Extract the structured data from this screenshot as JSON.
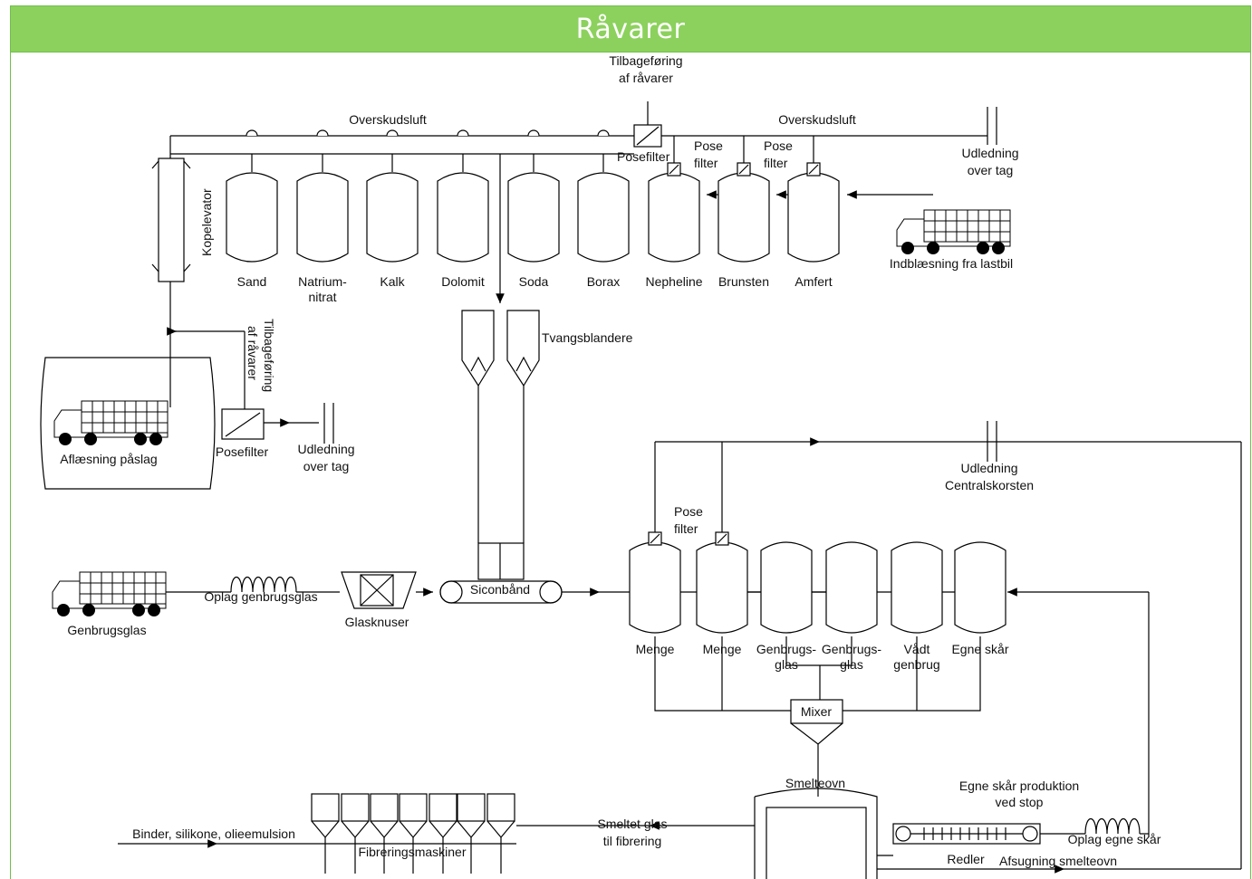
{
  "title": "Råvarer",
  "colors": {
    "header": "#8cd15d",
    "header_border": "#6fbf4a",
    "stroke": "#000000"
  },
  "labels": {
    "tilbagefoering_top": [
      "Tilbageføring",
      "af råvarer"
    ],
    "overskudsluft_1": "Overskudsluft",
    "overskudsluft_2": "Overskudsluft",
    "posefilter_top": "Posefilter",
    "pose_filter_1": [
      "Pose",
      "filter"
    ],
    "pose_filter_2": [
      "Pose",
      "filter"
    ],
    "udledning_tag_1": [
      "Udledning",
      "over tag"
    ],
    "kopelevator": "Kopelevator",
    "indblaesning": "Indblæsning fra lastbil",
    "tvangsblandere": "Tvangsblandere",
    "tilbagefoering_side": [
      "Tilbageføring",
      "af råvarer"
    ],
    "aflaesning": "Aflæsning påslag",
    "posefilter_left": "Posefilter",
    "udledning_tag_2": [
      "Udledning",
      "over tag"
    ],
    "udledning_central": [
      "Udledning",
      "Centralskorsten"
    ],
    "pose_filter_mid": [
      "Pose",
      "filter"
    ],
    "genbrugsglas": "Genbrugsglas",
    "oplag_genbrugsglas": "Oplag genbrugsglas",
    "glasknuser": "Glasknuser",
    "siconbaand": "Siconbånd",
    "mixer": "Mixer",
    "smelteovn": "Smelteovn",
    "egne_skaar_prod": [
      "Egne skår produktion",
      "ved stop"
    ],
    "oplag_egne_skaar": "Oplag egne skår",
    "redler": "Redler",
    "afsugning": "Afsugning smelteovn",
    "smeltet_glas": [
      "Smeltet glas",
      "til fibrering"
    ],
    "binder": "Binder, silikone, olieemulsion",
    "fibreringsmaskiner": "Fibreringsmaskiner"
  },
  "silos_top": [
    [
      "Sand"
    ],
    [
      "Natrium-",
      "nitrat"
    ],
    [
      "Kalk"
    ],
    [
      "Dolomit"
    ],
    [
      "Soda"
    ],
    [
      "Borax"
    ],
    [
      "Nepheline"
    ],
    [
      "Brunsten"
    ],
    [
      "Amfert"
    ]
  ],
  "silos_mid": [
    [
      "Menge"
    ],
    [
      "Menge"
    ],
    [
      "Genbrugs-",
      "glas"
    ],
    [
      "Genbrugs-",
      "glas"
    ],
    [
      "Vådt",
      "genbrug"
    ],
    [
      "Egne skår"
    ]
  ]
}
